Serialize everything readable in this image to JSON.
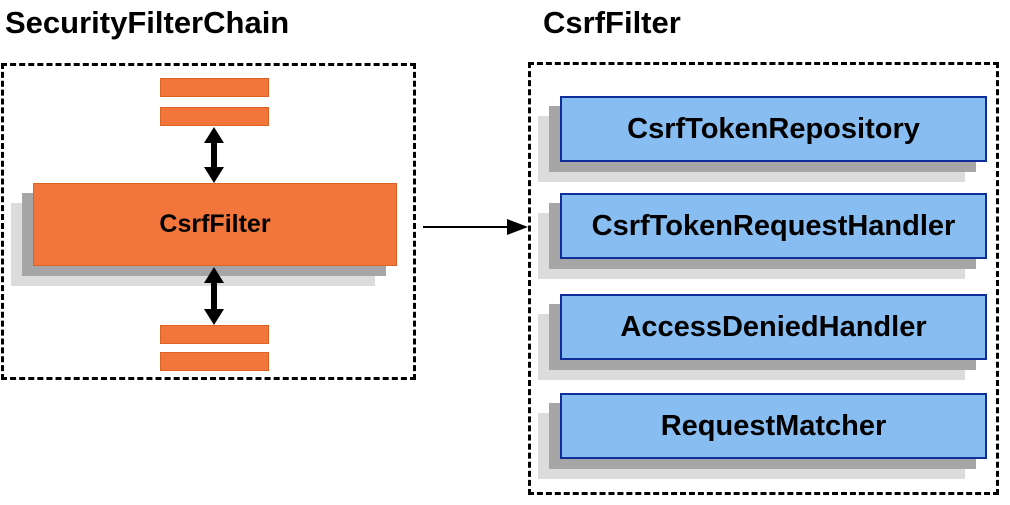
{
  "left": {
    "title": "SecurityFilterChain",
    "node_label": "CsrfFilter"
  },
  "right": {
    "title": "CsrfFilter",
    "components": [
      {
        "label": "CsrfTokenRepository"
      },
      {
        "label": "CsrfTokenRequestHandler"
      },
      {
        "label": "AccessDeniedHandler"
      },
      {
        "label": "RequestMatcher"
      }
    ]
  },
  "icons": {
    "vertical_arrows": "bidirectional-arrow",
    "horizontal_arrow": "flow-arrow"
  },
  "colors": {
    "orange_fill": "#F2763B",
    "orange_border": "#DD6323",
    "blue_fill": "#88BDF2",
    "blue_border": "#102D9C",
    "shadow_dark": "#A6A6A6",
    "shadow_light": "#DCDCDC",
    "outline": "#000000",
    "text": "#000000"
  }
}
